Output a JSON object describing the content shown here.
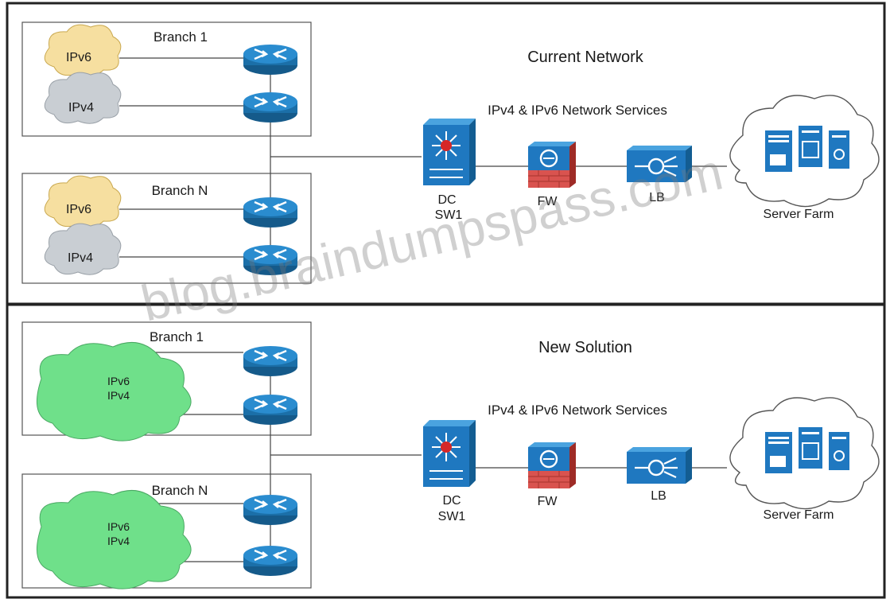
{
  "top_panel": {
    "title": "Current Network",
    "services_label": "IPv4 & IPv6 Network Services",
    "branch1": {
      "label": "Branch 1",
      "cloud_a": "IPv6",
      "cloud_b": "IPv4"
    },
    "branchN": {
      "label": "Branch N",
      "cloud_a": "IPv6",
      "cloud_b": "IPv4"
    },
    "switch": {
      "line1": "DC",
      "line2": "SW1"
    },
    "firewall": "FW",
    "load_balancer": "LB",
    "server_farm": "Server Farm"
  },
  "bottom_panel": {
    "title": "New Solution",
    "services_label": "IPv4 & IPv6 Network Services",
    "branch1": {
      "label": "Branch 1",
      "cloud_line1": "IPv6",
      "cloud_line2": "IPv4"
    },
    "branchN": {
      "label": "Branch N",
      "cloud_line1": "IPv6",
      "cloud_line2": "IPv4"
    },
    "switch": {
      "line1": "DC",
      "line2": "SW1"
    },
    "firewall": "FW",
    "load_balancer": "LB",
    "server_farm": "Server Farm"
  },
  "watermark": "blog.braindumpspass.com",
  "colors": {
    "router_blue": "#1f78b4",
    "cloud_ipv6": "#f6dfa0",
    "cloud_ipv4": "#c9ced3",
    "cloud_dual": "#6fe08a",
    "firewall_red": "#d9534f"
  },
  "icons": [
    "router-icon",
    "multilayer-switch-icon",
    "firewall-icon",
    "load-balancer-icon",
    "server-icon",
    "cloud-icon"
  ]
}
